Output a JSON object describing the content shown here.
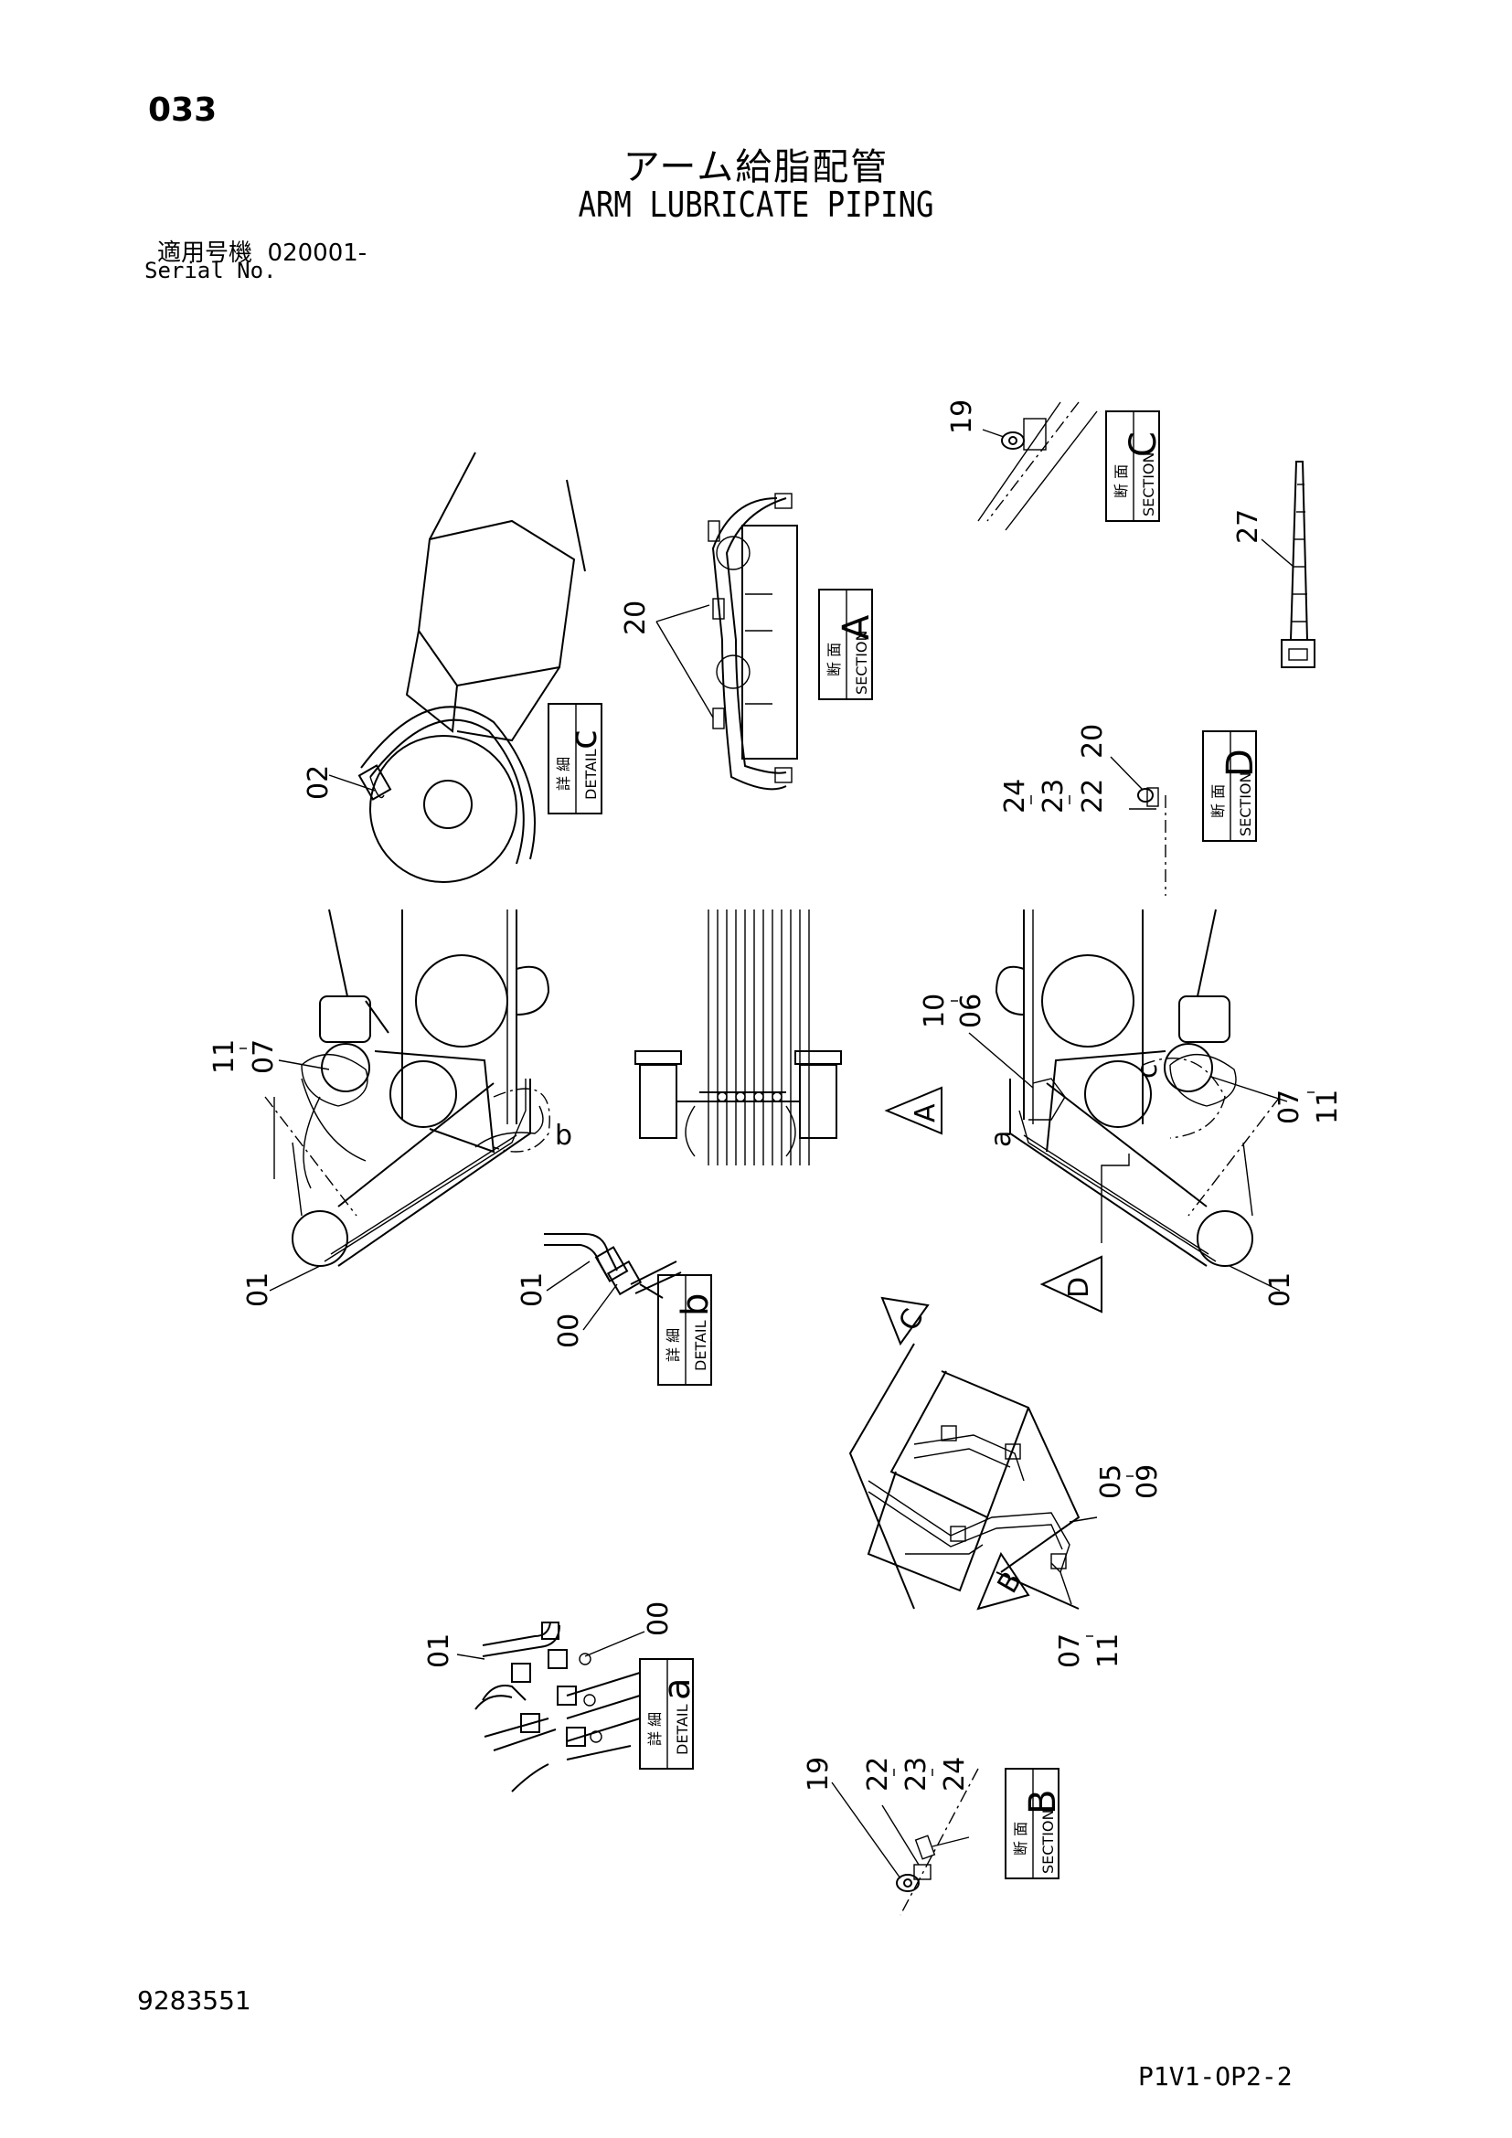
{
  "header": {
    "page_number": "033",
    "title_jp": "アーム給脂配管",
    "title_en": "ARM LUBRICATE PIPING",
    "serial_label_jp": "適用号機",
    "serial_value": "020001-",
    "serial_label_en": "Serial No."
  },
  "footer": {
    "document_number": "9283551",
    "sheet_code": "P1V1-OP2-2"
  },
  "views": {
    "detail_c": {
      "jp": "詳 細",
      "en": "DETAIL",
      "letter": "c"
    },
    "section_a": {
      "jp": "断 面",
      "en": "SECTION",
      "letter": "A"
    },
    "section_c": {
      "jp": "断 面",
      "en": "SECTION",
      "letter": "C"
    },
    "section_d": {
      "jp": "断 面",
      "en": "SECTION",
      "letter": "D"
    },
    "detail_b": {
      "jp": "詳 細",
      "en": "DETAIL",
      "letter": "b"
    },
    "detail_a": {
      "jp": "詳 細",
      "en": "DETAIL",
      "letter": "a"
    },
    "section_b": {
      "jp": "断 面",
      "en": "SECTION",
      "letter": "B"
    }
  },
  "view_arrows": {
    "A": "A",
    "B": "B",
    "C": "C",
    "D": "D"
  },
  "detail_markers": {
    "a": "a",
    "b": "b",
    "c": "c"
  },
  "callouts": {
    "c02": "02",
    "c20a": "20",
    "c19c": "19",
    "c27": "27",
    "c20d": "20",
    "c22d": "22",
    "c23d": "23",
    "c24d": "24",
    "c11l": "11",
    "c07l": "07",
    "c10r": "10",
    "c06r": "06",
    "c07r": "07",
    "c11r": "11",
    "c01l": "01",
    "c01r": "01",
    "c01b": "01",
    "c00b": "00",
    "c05": "05",
    "c09": "09",
    "c07m": "07",
    "c11m": "11",
    "c01a": "01",
    "c00a": "00",
    "c19b": "19",
    "c22b": "22",
    "c23b": "23",
    "c24b": "24"
  }
}
